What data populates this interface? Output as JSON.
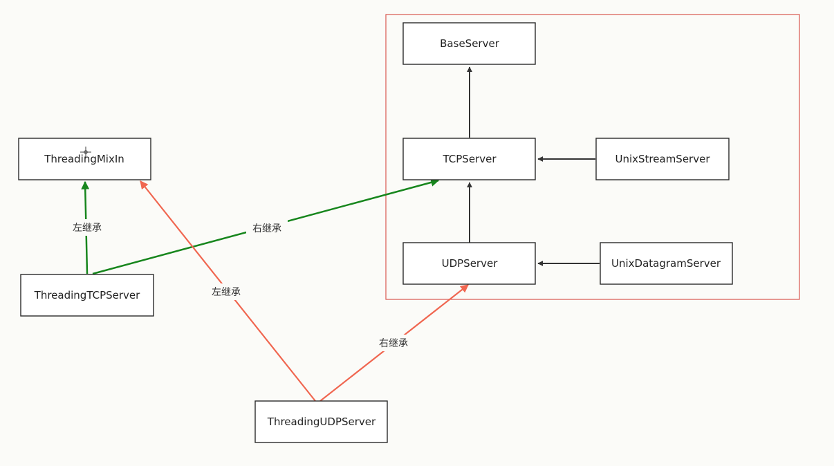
{
  "diagram": {
    "nodes": {
      "threading_mixin": "ThreadingMixIn",
      "threading_tcp_server": "ThreadingTCPServer",
      "threading_udp_server": "ThreadingUDPServer",
      "base_server": "BaseServer",
      "tcp_server": "TCPServer",
      "udp_server": "UDPServer",
      "unix_stream_server": "UnixStreamServer",
      "unix_datagram_server": "UnixDatagramServer"
    },
    "edge_labels": {
      "tcp_left": "左继承",
      "tcp_right": "右继承",
      "udp_left": "左继承",
      "udp_right": "右继承"
    }
  },
  "colors": {
    "green_edge": "#17861d",
    "red_edge": "#f06650",
    "dark_edge": "#333333",
    "group_border": "#d9574f"
  }
}
